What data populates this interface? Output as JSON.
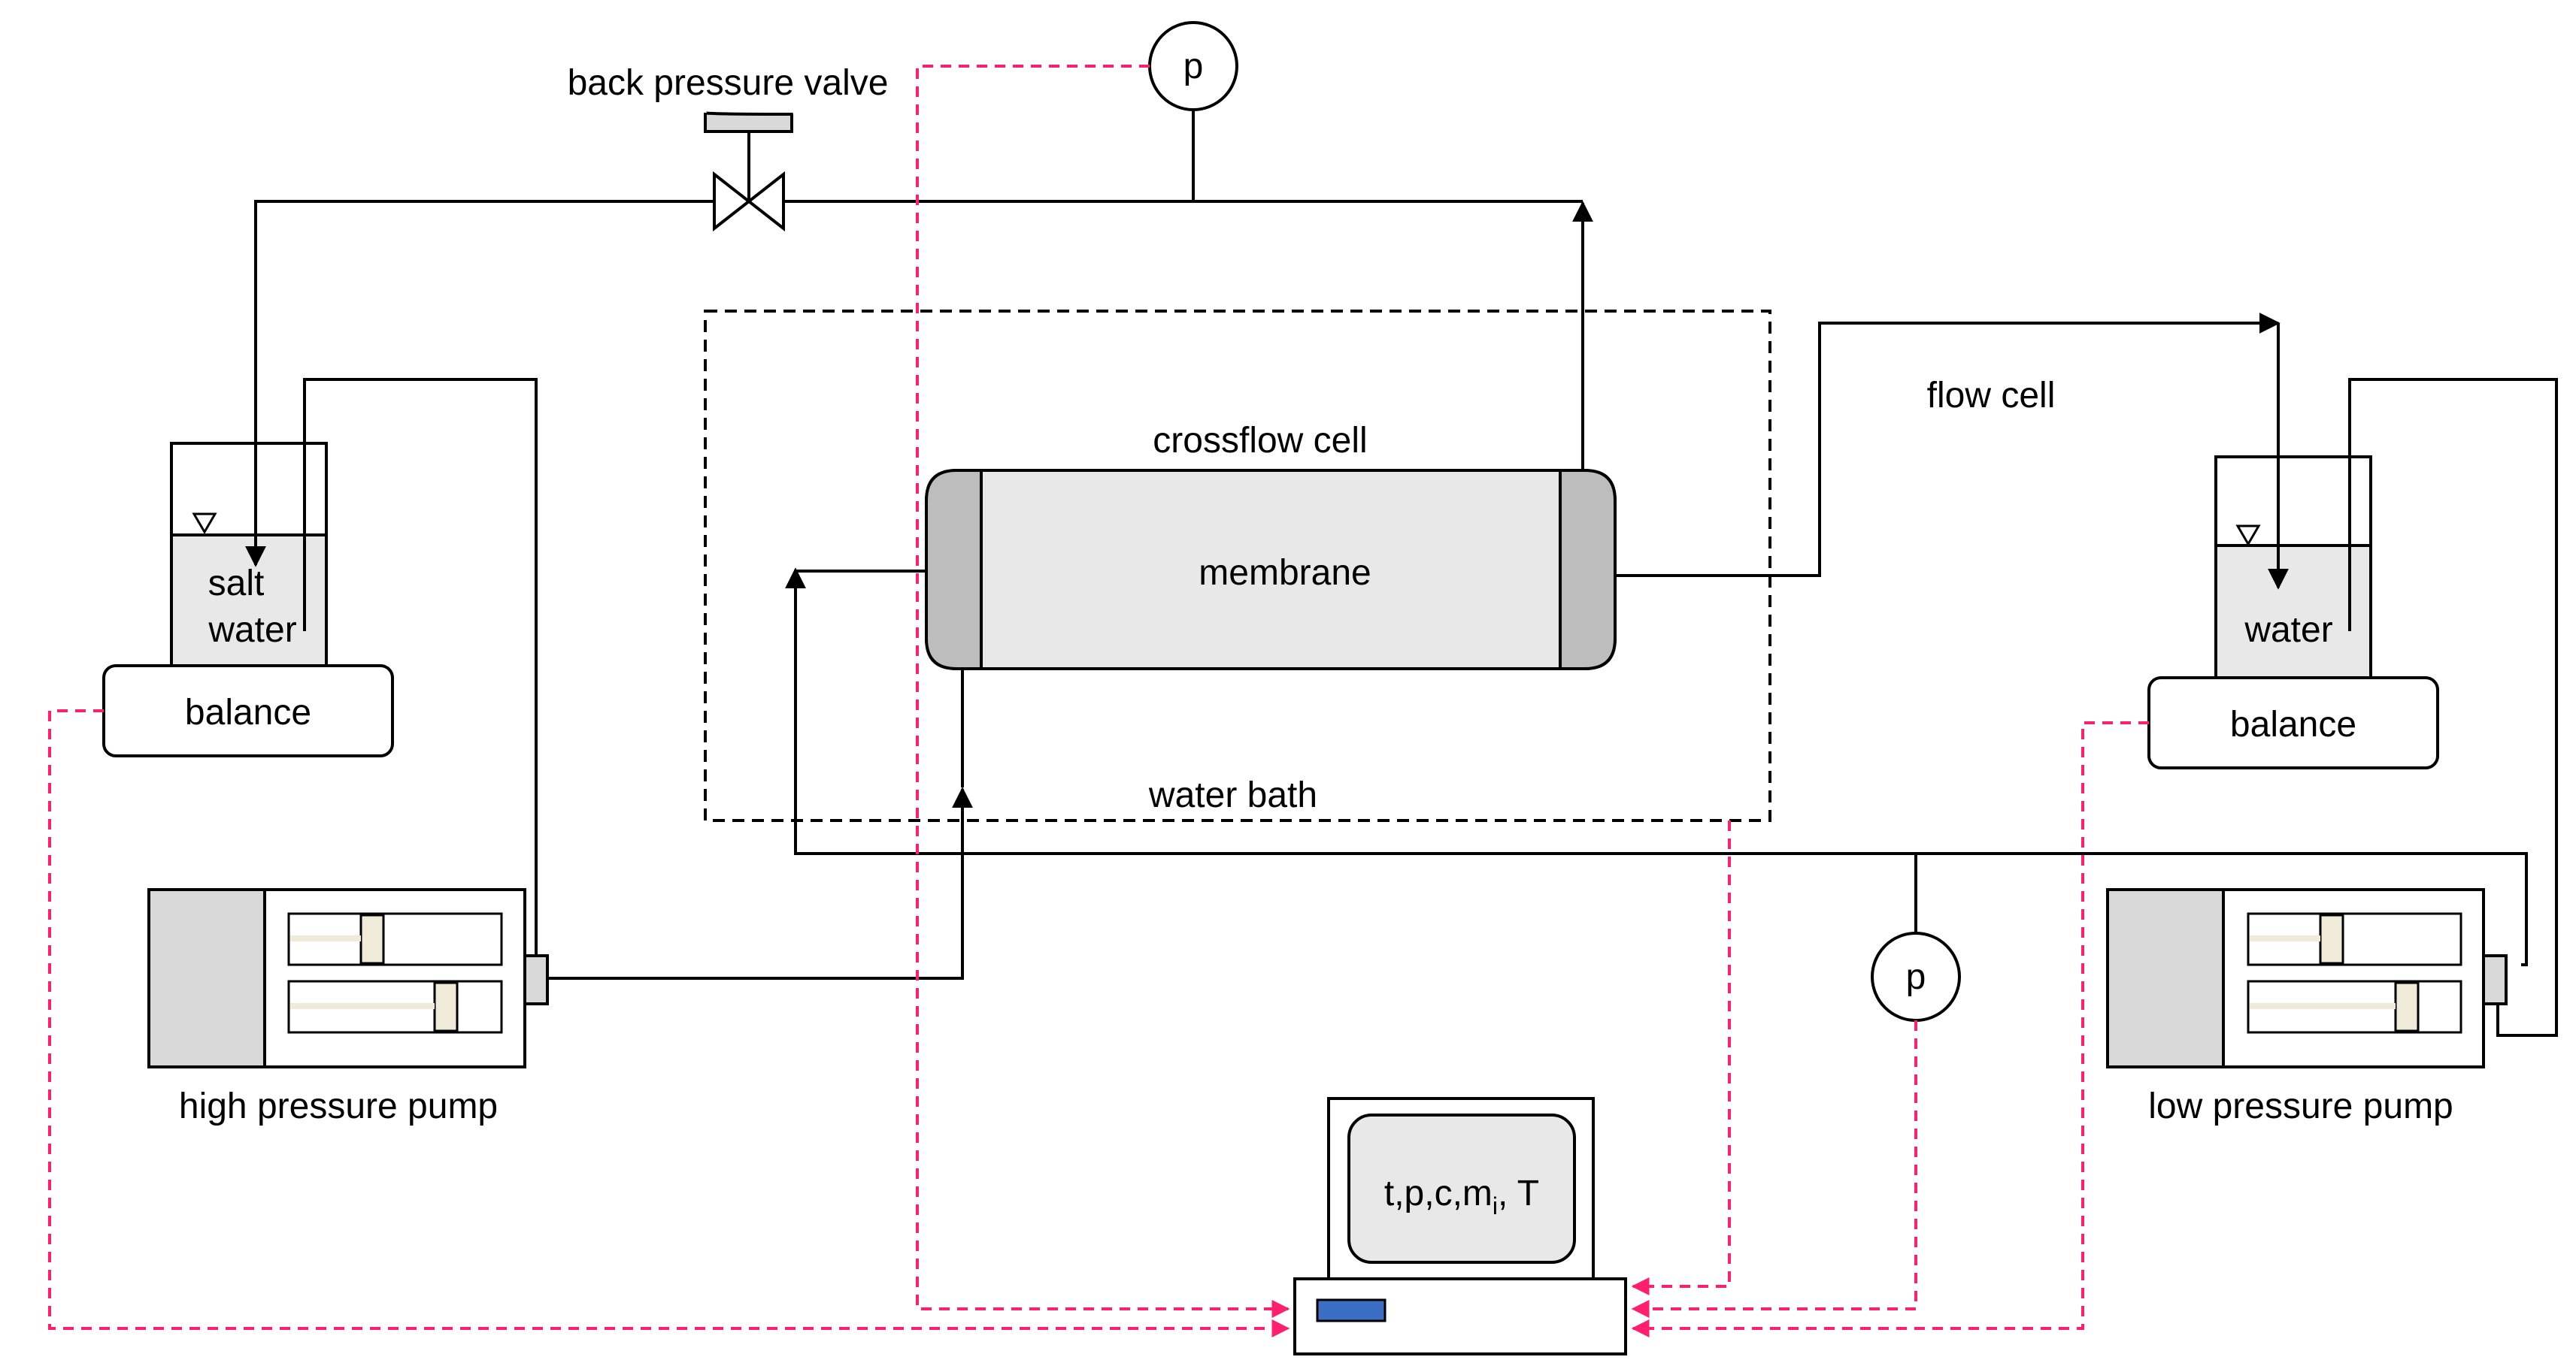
{
  "labels": {
    "back_pressure_valve": "back pressure valve",
    "pressure_gauge_top": "p",
    "pressure_gauge_bottom": "p",
    "crossflow_cell": "crossflow cell",
    "membrane": "membrane",
    "water_bath": "water bath",
    "flow_cell": "flow cell",
    "salt_water_line1": "salt",
    "salt_water_line2": "water",
    "water": "water",
    "balance_left": "balance",
    "balance_right": "balance",
    "high_pressure_pump": "high pressure pump",
    "low_pressure_pump": "low pressure pump",
    "monitor_vars_main": "t,p,c,m",
    "monitor_vars_sub": "i",
    "monitor_vars_tail": ", T"
  },
  "colors": {
    "signal_line": "#ff1f6e",
    "fluid_fill": "#e8e8e8",
    "endcap_fill": "#bdbdbd",
    "pump_body_fill": "#d9d9d9",
    "drive_slot": "#3a6ec2"
  }
}
